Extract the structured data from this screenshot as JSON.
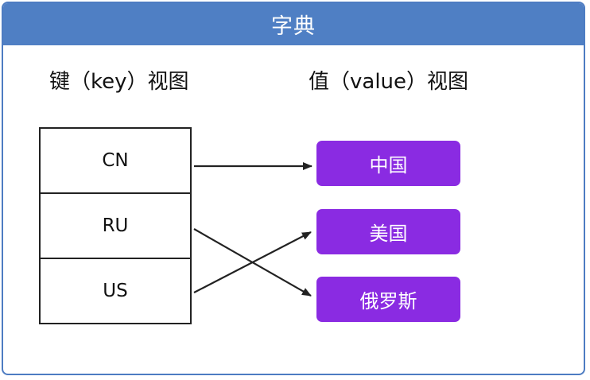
{
  "title": "字典",
  "key_view_label": "键（key）视图",
  "value_view_label": "值（value）视图",
  "keys": [
    "CN",
    "RU",
    "US"
  ],
  "values": [
    "中国",
    "美国",
    "俄罗斯"
  ],
  "mappings": [
    {
      "key": "CN",
      "value": "中国"
    },
    {
      "key": "RU",
      "value": "俄罗斯"
    },
    {
      "key": "US",
      "value": "美国"
    }
  ],
  "colors": {
    "header": "#4f7fc4",
    "value_box": "#8a2be2",
    "border": "#4d7cc2"
  }
}
